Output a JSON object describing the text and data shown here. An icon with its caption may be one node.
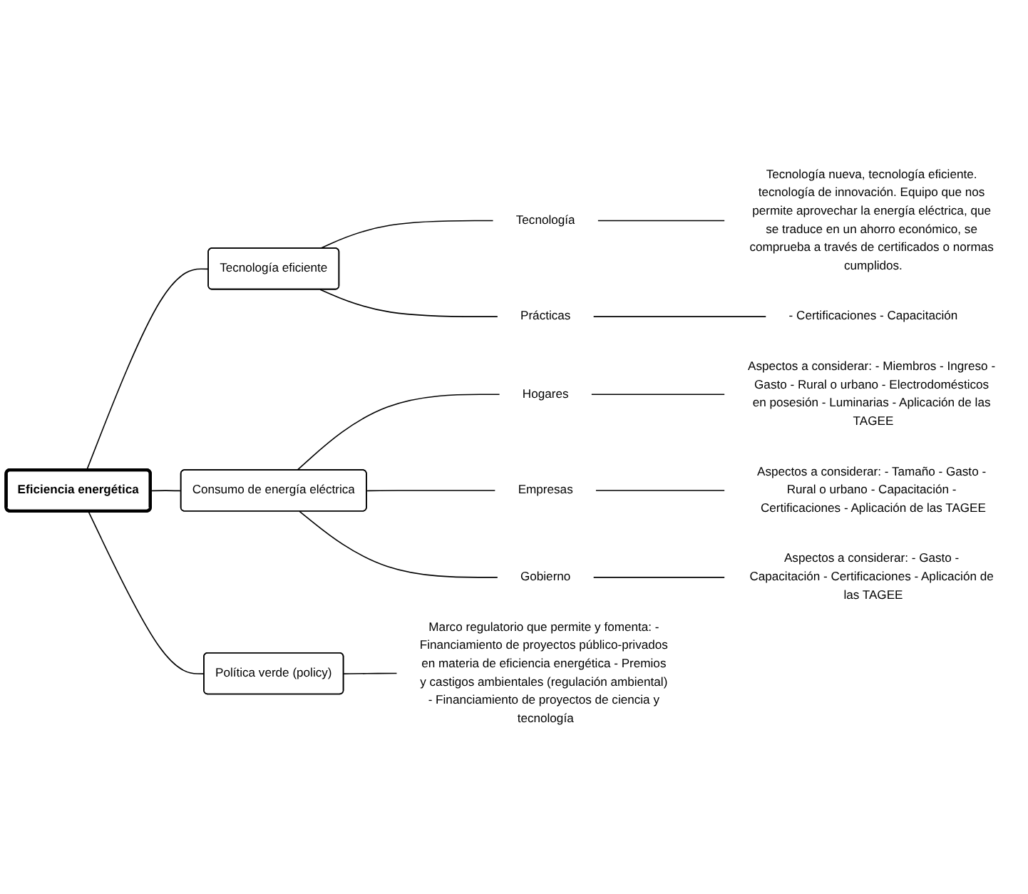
{
  "diagram": {
    "nodes": [
      {
        "text": [
          "Eficiencia energética"
        ]
      },
      {
        "text": [
          "Tecnología eficiente"
        ]
      },
      {
        "text": [
          "Tecnología"
        ]
      },
      {
        "text": [
          "Tecnología nueva, tecnología eficiente. tecnología de innovación. Equipo que nos permite aprovechar la energía eléctrica, que se traduce en un ahorro económico, se comprueba a través de certificados o normas cumplidos."
        ]
      },
      {
        "text": [
          "Prácticas"
        ]
      },
      {
        "text": [
          "- Certificaciones - Capacitación"
        ]
      },
      {
        "text": [
          "Consumo de energía eléctrica"
        ]
      },
      {
        "text": [
          "Hogares"
        ]
      },
      {
        "text": [
          "Aspectos a considerar: - Miembros - Ingreso - Gasto - Rural o urbano - Electrodomésticos en posesión - Luminarias - Aplicación de las TAGEE"
        ]
      },
      {
        "text": [
          "Empresas"
        ]
      },
      {
        "text": [
          "Aspectos a considerar: - Tamaño - Gasto - Rural o urbano - Capacitación - Certificaciones - Aplicación de las TAGEE"
        ]
      },
      {
        "text": [
          "Gobierno"
        ]
      },
      {
        "text": [
          "Aspectos a considerar: - Gasto - Capacitación - Certificaciones - Aplicación de las TAGEE"
        ]
      },
      {
        "text": [
          "Política verde (policy)"
        ]
      },
      {
        "text": [
          "Marco regulatorio que permite y fomenta: - Financiamiento de proyectos público-privados en materia de eficiencia energética - Premios y castigos ambientales (regulación ambiental) - Financiamiento de proyectos de ciencia y tecnología"
        ]
      }
    ],
    "edges": [
      {
        "from": 0,
        "to": 1,
        "arrow": "none"
      },
      {
        "from": 1,
        "to": 2,
        "arrow": "none"
      },
      {
        "from": 2,
        "to": 3,
        "arrow": "none"
      },
      {
        "from": 1,
        "to": 4,
        "arrow": "none"
      },
      {
        "from": 4,
        "to": 5,
        "arrow": "none"
      },
      {
        "from": 0,
        "to": 6,
        "arrow": "none"
      },
      {
        "from": 6,
        "to": 7,
        "arrow": "none"
      },
      {
        "from": 7,
        "to": 8,
        "arrow": "none"
      },
      {
        "from": 6,
        "to": 9,
        "arrow": "none"
      },
      {
        "from": 9,
        "to": 10,
        "arrow": "none"
      },
      {
        "from": 6,
        "to": 11,
        "arrow": "none"
      },
      {
        "from": 11,
        "to": 12,
        "arrow": "none"
      },
      {
        "from": 0,
        "to": 13,
        "arrow": "none"
      },
      {
        "from": 13,
        "to": 14,
        "arrow": "none"
      }
    ]
  }
}
